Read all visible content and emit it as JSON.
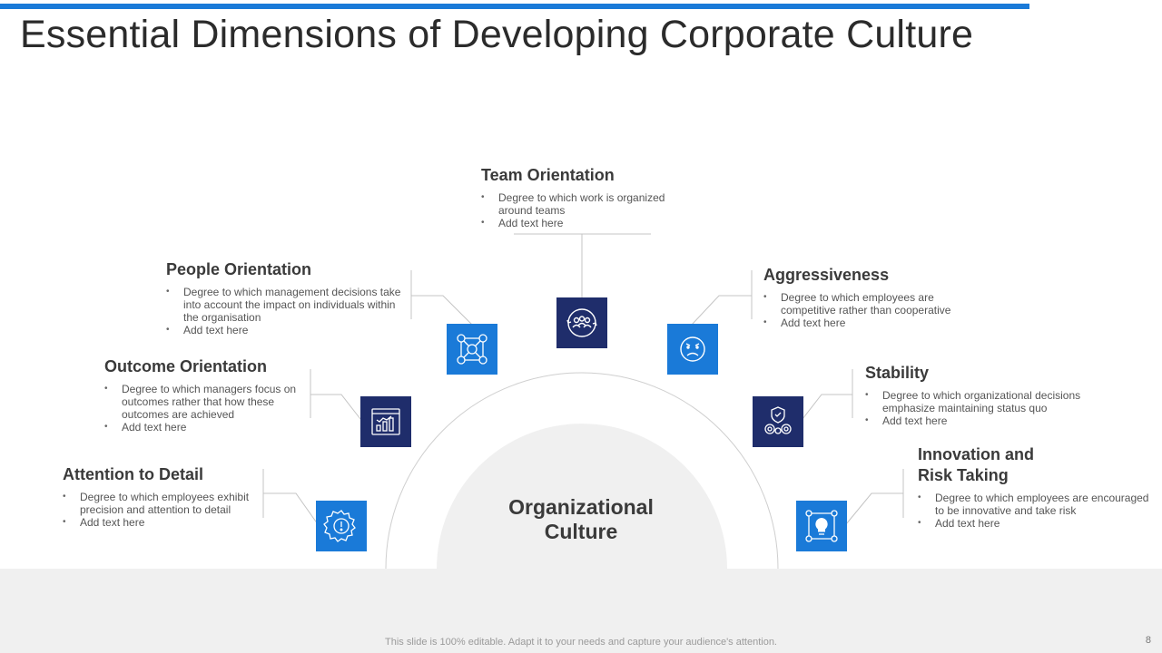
{
  "title": "Essential Dimensions of Developing Corporate Culture",
  "center": {
    "label": "Organizational Culture"
  },
  "dimensions": {
    "team": {
      "heading": "Team Orientation",
      "bullets": [
        "Degree to which work is organized around teams",
        "Add text here"
      ],
      "icon": "team-circle-icon"
    },
    "people": {
      "heading": "People Orientation",
      "bullets": [
        "Degree to which management decisions take into account the impact on individuals within the organisation",
        "Add text here"
      ],
      "icon": "people-network-icon"
    },
    "outcome": {
      "heading": "Outcome Orientation",
      "bullets": [
        "Degree to which managers focus on outcomes rather that how these outcomes are achieved",
        "Add text here"
      ],
      "icon": "dashboard-chart-icon"
    },
    "detail": {
      "heading": "Attention to Detail",
      "bullets": [
        "Degree to which employees exhibit precision and attention to detail",
        "Add text here"
      ],
      "icon": "gear-alert-icon"
    },
    "aggressiveness": {
      "heading": "Aggressiveness",
      "bullets": [
        "Degree to which employees are competitive rather than cooperative",
        "Add text here"
      ],
      "icon": "angry-face-icon"
    },
    "stability": {
      "heading": "Stability",
      "bullets": [
        "Degree to which organizational decisions emphasize maintaining status quo",
        "Add text here"
      ],
      "icon": "shield-gears-icon"
    },
    "innovation": {
      "heading": "Innovation and Risk Taking",
      "bullets": [
        "Degree to which employees are encouraged to be innovative and take risk",
        "Add text here"
      ],
      "icon": "lightbulb-gears-icon"
    }
  },
  "footer": {
    "text": "This slide is 100% editable. Adapt it to your needs and capture your audience's attention."
  },
  "page_number": "8",
  "colors": {
    "accent_blue": "#1a7ad8",
    "navy": "#1f2d6b",
    "heading_text": "#3a3a3a",
    "footer_band": "#f0f0f0"
  }
}
